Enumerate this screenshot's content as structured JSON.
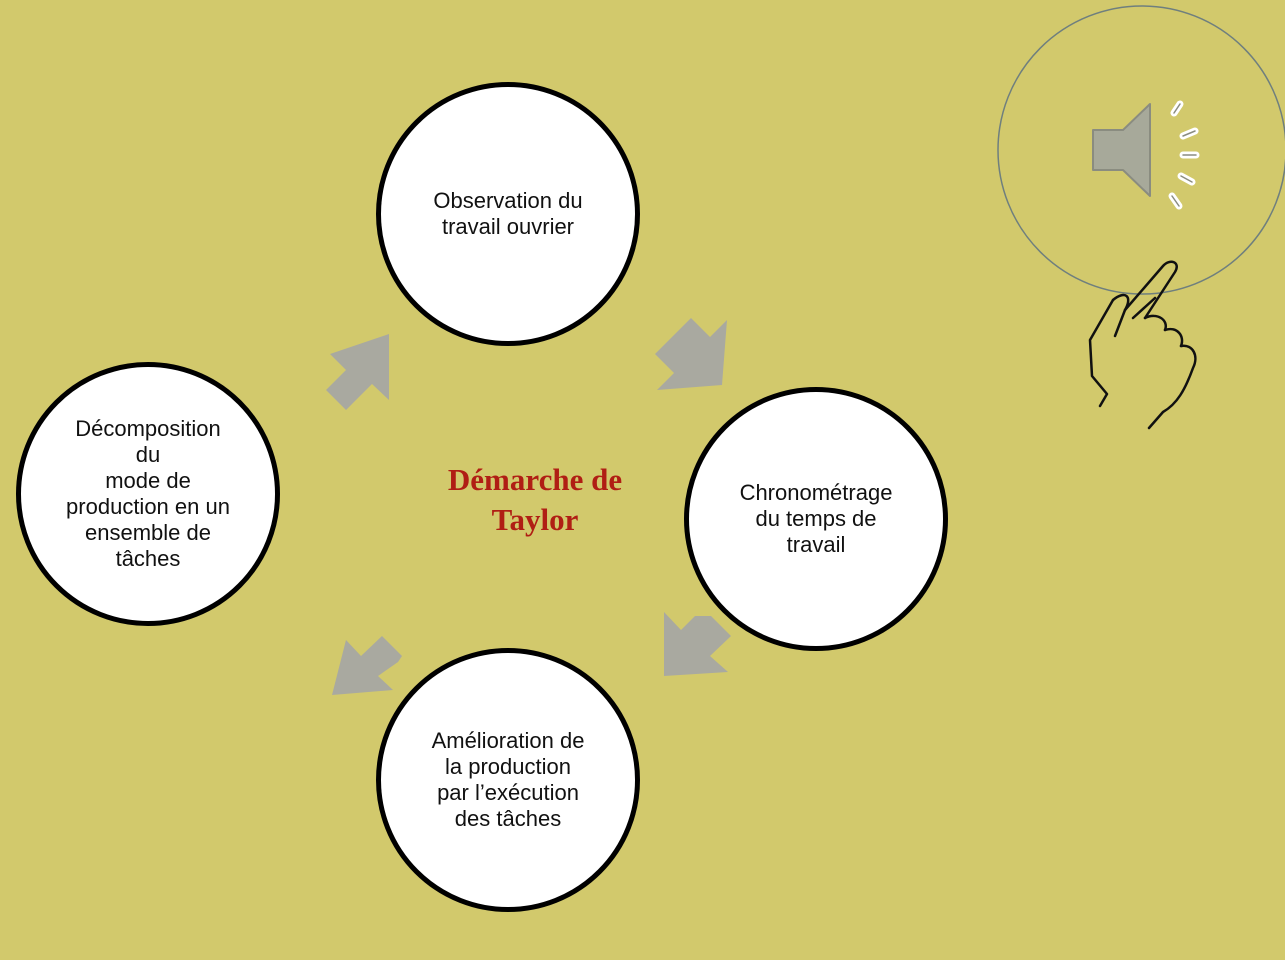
{
  "diagram": {
    "center_title": "Démarche de\nTaylor",
    "steps": [
      {
        "label": "Observation du\ntravail ouvrier"
      },
      {
        "label": "Chronométrage\ndu temps de\ntravail"
      },
      {
        "label": "Amélioration de\nla production\npar l’exécution\ndes tâches"
      },
      {
        "label": "Décomposition du\nmode de\nproduction en un\nensemble de\ntâches"
      }
    ]
  },
  "colors": {
    "background": "#d2c96c",
    "node_fill": "#ffffff",
    "node_border": "#000000",
    "arrow": "#a9a9a0",
    "title": "#b01e14",
    "speaker": "#a7a99a"
  },
  "icons": {
    "audio": "speaker-icon",
    "pointer": "pointing-hand-icon"
  }
}
